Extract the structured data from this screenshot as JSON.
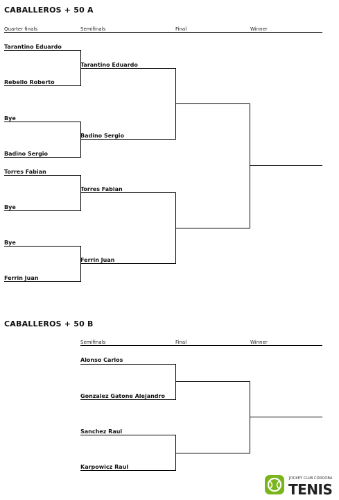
{
  "brackets": [
    {
      "title": "CABALLEROS  + 50 A",
      "headers": {
        "quarterfinals": "Quarter finals",
        "semifinals": "Semifinals",
        "final": "Final",
        "winner": "Winner"
      },
      "quarterfinals": [
        "Tarantino Eduardo",
        "Rebello Roberto",
        "Bye",
        "Badino Sergio",
        "Torres Fabian",
        "Bye",
        "Bye",
        "Ferrin Juan"
      ],
      "semifinals": [
        "Tarantino Eduardo",
        "Badino Sergio",
        "Torres Fabian",
        "Ferrin Juan"
      ],
      "final": [
        "",
        ""
      ],
      "winner": ""
    },
    {
      "title": "CABALLEROS  + 50 B",
      "headers": {
        "semifinals": "Semifinals",
        "final": "Final",
        "winner": "Winner"
      },
      "semifinals": [
        "Alonso Carlos",
        "Gonzalez Gatone Alejandro",
        "Sanchez Raul",
        "Karpowicz Raul"
      ],
      "final": [
        "",
        ""
      ],
      "winner": ""
    }
  ],
  "logo": {
    "club": "JOCKEY CLUB CÓRDOBA",
    "sport": "TENIS",
    "color": "#7ab51d"
  }
}
